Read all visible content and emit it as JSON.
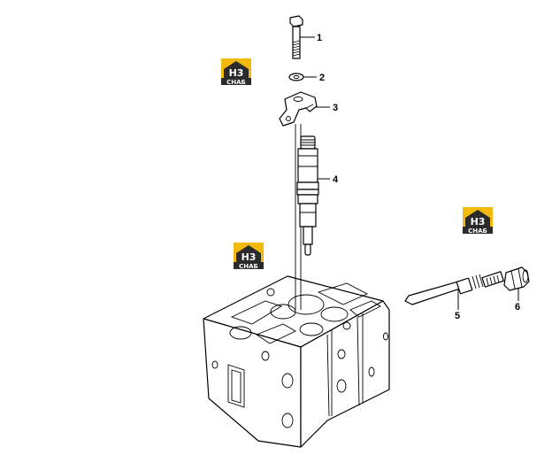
{
  "callouts": [
    {
      "id": "1",
      "label": "1"
    },
    {
      "id": "2",
      "label": "2"
    },
    {
      "id": "3",
      "label": "3"
    },
    {
      "id": "4",
      "label": "4"
    },
    {
      "id": "5",
      "label": "5"
    },
    {
      "id": "6",
      "label": "6"
    }
  ],
  "watermark": {
    "letters": "H3",
    "caption": "СНАБ",
    "colors": {
      "yellow": "#f2b90f",
      "dark": "#2b2b2b",
      "white": "#ffffff"
    }
  },
  "colors": {
    "line": "#000000",
    "background": "#ffffff"
  }
}
